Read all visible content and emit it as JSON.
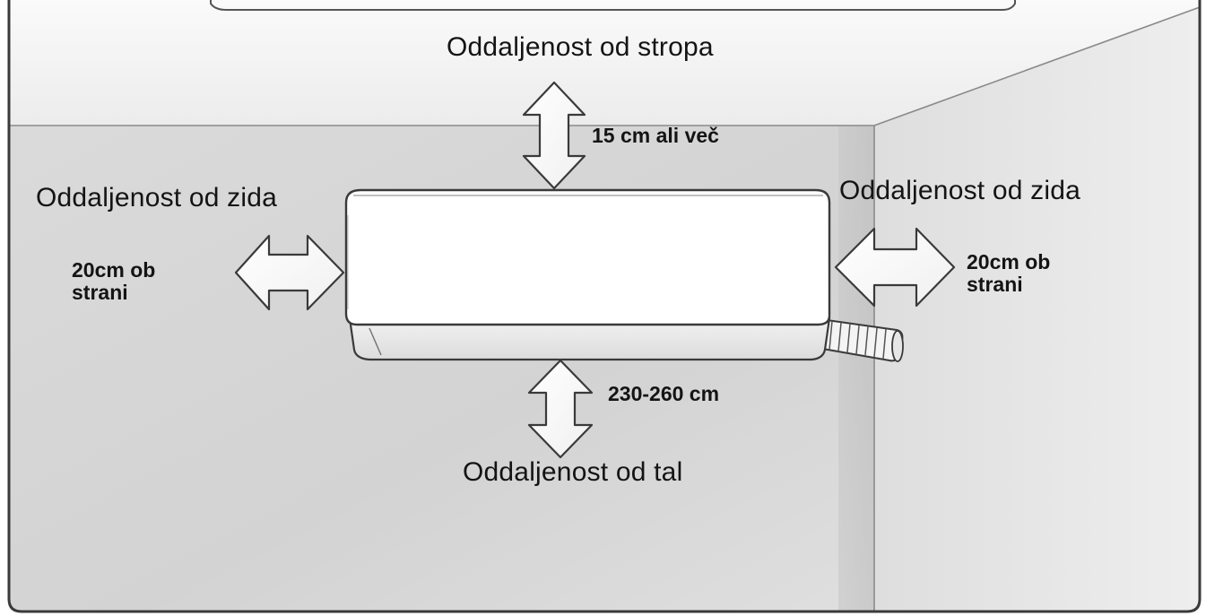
{
  "labels": {
    "ceiling_title": "Oddaljenost od stropa",
    "ceiling_value": "15 cm ali več",
    "left_wall_title": "Oddaljenost od zida",
    "left_wall_value_line1": "20cm ob",
    "left_wall_value_line2": "strani",
    "right_wall_title": "Oddaljenost od zida",
    "right_wall_value_line1": "20cm ob",
    "right_wall_value_line2": "strani",
    "floor_value": "230-260 cm",
    "floor_title": "Oddaljenost od tal"
  },
  "icons": {
    "ceiling_arrow": "double-arrow-vertical-icon",
    "floor_arrow": "double-arrow-vertical-icon",
    "left_arrow": "double-arrow-horizontal-icon",
    "right_arrow": "double-arrow-horizontal-icon",
    "indoor_unit": "air-conditioner-indoor-unit",
    "pipe": "refrigerant-pipe"
  },
  "colors": {
    "wall_back": "#d9d9d9",
    "wall_side": "#e6e6e6",
    "ceiling": "#f4f4f4",
    "unit_body": "#ffffff",
    "outline": "#3a3a3a",
    "text": "#141414"
  }
}
